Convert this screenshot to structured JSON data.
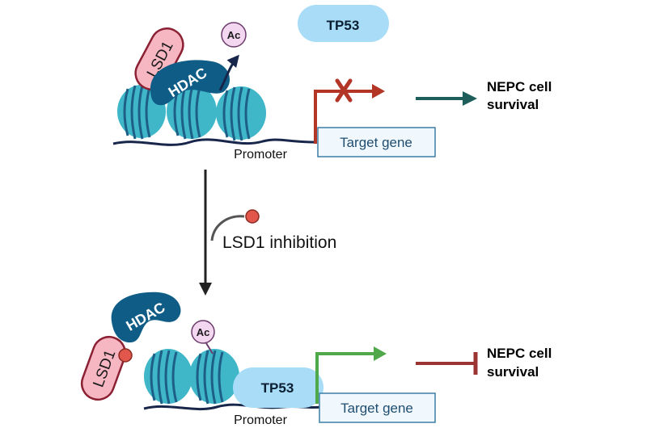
{
  "colors": {
    "nucleosome": "#3fb7c9",
    "nucleosome_stripe": "#1d5f86",
    "dna": "#17264a",
    "hdac": "#0f5d86",
    "lsd1_fill": "#f6b6c2",
    "lsd1_stroke": "#8c2033",
    "ac_fill": "#f3d6ef",
    "tp53": "#a8dcf7",
    "repressed_arrow": "#b23525",
    "active_arrow": "#4fa84a",
    "survival_arrow": "#1d5e5a",
    "block_bar": "#9c3434",
    "inhibitor_dot": "#e2574c",
    "gene_box_stroke": "#3b7ea6",
    "gene_box_fill": "#f0f8fd"
  },
  "top": {
    "tp53": "TP53",
    "lsd1": "LSD1",
    "hdac": "HDAC",
    "ac": "Ac",
    "promoter": "Promoter",
    "target_gene": "Target gene",
    "outcome_line1": "NEPC cell",
    "outcome_line2": "survival"
  },
  "middle": {
    "inhibition_label": "LSD1 inhibition"
  },
  "bottom": {
    "hdac": "HDAC",
    "lsd1": "LSD1",
    "ac": "Ac",
    "tp53": "TP53",
    "promoter": "Promoter",
    "target_gene": "Target gene",
    "outcome_line1": "NEPC cell",
    "outcome_line2": "survival"
  }
}
